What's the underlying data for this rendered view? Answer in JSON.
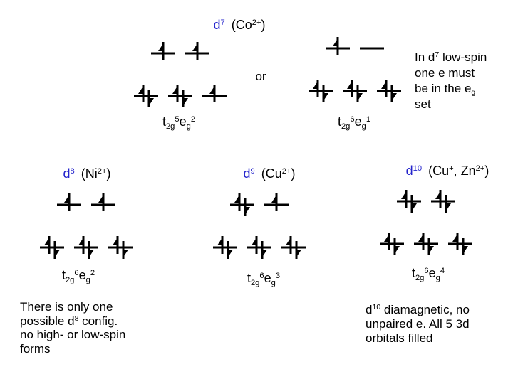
{
  "slide": {
    "background": "#ffffff"
  },
  "colors": {
    "accent_blue": "#2424cc",
    "ink": "#000000"
  },
  "or_label": "or",
  "sections": {
    "d7": {
      "title_symbol": [
        [
          "d",
          "n"
        ],
        [
          "7",
          "sup"
        ]
      ],
      "title_ion": [
        [
          "(Co",
          "n"
        ],
        [
          "2+",
          "sup"
        ],
        [
          ")",
          "n"
        ]
      ],
      "high_spin": {
        "orbitals": {
          "eg": [
            "up",
            "up"
          ],
          "t2g": [
            "pair",
            "pair",
            "up"
          ]
        },
        "config": [
          [
            "t",
            "n"
          ],
          [
            "2g",
            "sub"
          ],
          [
            "5",
            "sup"
          ],
          [
            "e",
            "n"
          ],
          [
            "g",
            "sub"
          ],
          [
            "2",
            "sup"
          ]
        ]
      },
      "low_spin": {
        "orbitals": {
          "eg": [
            "up",
            "empty"
          ],
          "t2g": [
            "pair",
            "pair",
            "pair"
          ]
        },
        "config": [
          [
            "t",
            "n"
          ],
          [
            "2g",
            "sub"
          ],
          [
            "6",
            "sup"
          ],
          [
            "e",
            "n"
          ],
          [
            "g",
            "sub"
          ],
          [
            "1",
            "sup"
          ]
        ]
      },
      "note": [
        [
          [
            "In d",
            "n"
          ],
          [
            "7",
            "sup"
          ],
          [
            " low-spin",
            "n"
          ]
        ],
        [
          [
            "one e must",
            "n"
          ]
        ],
        [
          [
            "be in the e",
            "n"
          ],
          [
            "g",
            "sub"
          ]
        ],
        [
          [
            "set",
            "n"
          ]
        ]
      ]
    },
    "d8": {
      "title_symbol": [
        [
          "d",
          "n"
        ],
        [
          "8",
          "sup"
        ]
      ],
      "title_ion": [
        [
          "(Ni",
          "n"
        ],
        [
          "2+",
          "sup"
        ],
        [
          ")",
          "n"
        ]
      ],
      "diagram": {
        "orbitals": {
          "eg": [
            "up",
            "up"
          ],
          "t2g": [
            "pair",
            "pair",
            "pair"
          ]
        },
        "config": [
          [
            "t",
            "n"
          ],
          [
            "2g",
            "sub"
          ],
          [
            "6",
            "sup"
          ],
          [
            "e",
            "n"
          ],
          [
            "g",
            "sub"
          ],
          [
            "2",
            "sup"
          ]
        ]
      },
      "note": [
        [
          [
            "There is only one",
            "n"
          ]
        ],
        [
          [
            "possible d",
            "n"
          ],
          [
            "8",
            "sup"
          ],
          [
            " config.",
            "n"
          ]
        ],
        [
          [
            "no high- or low-spin",
            "n"
          ]
        ],
        [
          [
            "forms",
            "n"
          ]
        ]
      ]
    },
    "d9": {
      "title_symbol": [
        [
          "d",
          "n"
        ],
        [
          "9",
          "sup"
        ]
      ],
      "title_ion": [
        [
          "(Cu",
          "n"
        ],
        [
          "2+",
          "sup"
        ],
        [
          ")",
          "n"
        ]
      ],
      "diagram": {
        "orbitals": {
          "eg": [
            "pair",
            "up"
          ],
          "t2g": [
            "pair",
            "pair",
            "pair"
          ]
        },
        "config": [
          [
            "t",
            "n"
          ],
          [
            "2g",
            "sub"
          ],
          [
            "6",
            "sup"
          ],
          [
            "e",
            "n"
          ],
          [
            "g",
            "sub"
          ],
          [
            "3",
            "sup"
          ]
        ]
      }
    },
    "d10": {
      "title_symbol": [
        [
          "d",
          "n"
        ],
        [
          "10",
          "sup"
        ]
      ],
      "title_ion": [
        [
          "(Cu",
          "n"
        ],
        [
          "+",
          "sup"
        ],
        [
          ", Zn",
          "n"
        ],
        [
          "2+",
          "sup"
        ],
        [
          ")",
          "n"
        ]
      ],
      "diagram": {
        "orbitals": {
          "eg": [
            "pair",
            "pair"
          ],
          "t2g": [
            "pair",
            "pair",
            "pair"
          ]
        },
        "config": [
          [
            "t",
            "n"
          ],
          [
            "2g",
            "sub"
          ],
          [
            "6",
            "sup"
          ],
          [
            "e",
            "n"
          ],
          [
            "g",
            "sub"
          ],
          [
            "4",
            "sup"
          ]
        ]
      },
      "note": [
        [
          [
            "d",
            "n"
          ],
          [
            "10",
            "sup"
          ],
          [
            " diamagnetic, no",
            "n"
          ]
        ],
        [
          [
            "unpaired e. All 5 3d",
            "n"
          ]
        ],
        [
          [
            "orbitals filled",
            "n"
          ]
        ]
      ]
    }
  }
}
